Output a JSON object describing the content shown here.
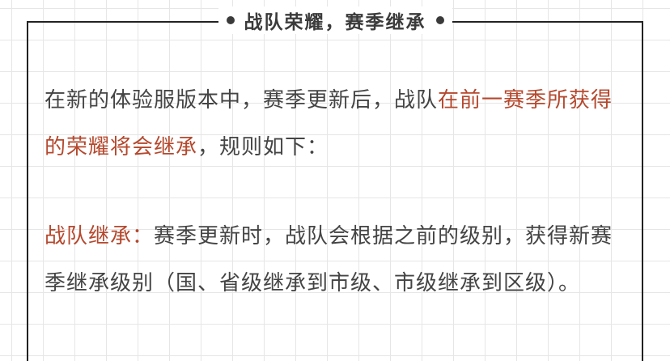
{
  "title": "战队荣耀，赛季继承",
  "paragraph1": {
    "intro": "在新的体验服版本中，赛季更新后，战队",
    "highlight": "在前一赛季所获得的荣耀将会继承",
    "outro": "，规则如下："
  },
  "paragraph2": {
    "label": "战队继承：",
    "text": "赛季更新时，战队会根据之前的级别，获得新赛季继承级别（国、省级继承到市级、市级继承到区级）。"
  },
  "colors": {
    "accent": "#b5482d",
    "text": "#444444",
    "title": "#3b3b3b",
    "border": "#222222"
  }
}
